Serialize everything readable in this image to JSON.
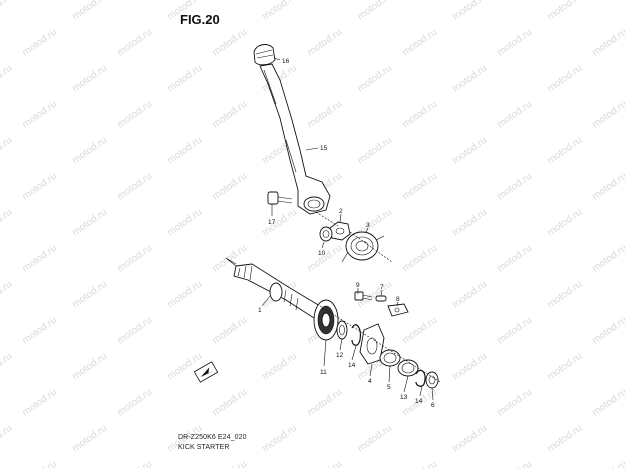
{
  "figure": {
    "title": "FIG.20",
    "model_code": "DR-Z250K6 E24_020",
    "name": "KICK STARTER",
    "watermark": "motod.ru",
    "callouts": [
      "16",
      "15",
      "17",
      "2",
      "3",
      "10",
      "1",
      "9",
      "7",
      "8",
      "11",
      "12",
      "14",
      "4",
      "5",
      "13",
      "14",
      "6"
    ]
  },
  "colors": {
    "ink": "#111111",
    "watermark": "#d9d9d9",
    "background": "#ffffff"
  },
  "icons": {
    "front_arrow": "front-direction-arrow-icon"
  }
}
